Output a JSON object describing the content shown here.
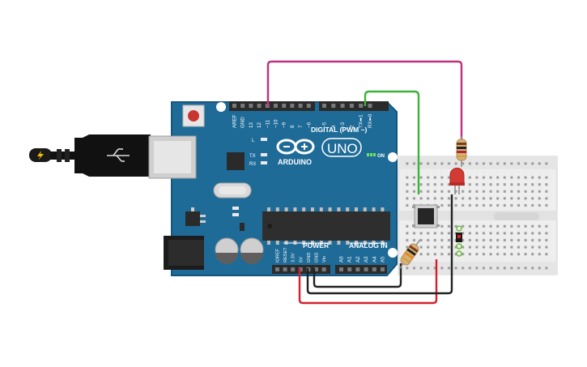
{
  "board": {
    "brand": "ARDUINO",
    "model": "UNO",
    "on_label": "ON",
    "digital_label": "DIGITAL (PWM ~)",
    "power_label": "POWER",
    "analog_label": "ANALOG IN",
    "led_l": "L",
    "led_tx": "TX",
    "led_rx": "RX",
    "digital_pins": [
      "AREF",
      "GND",
      "13",
      "12",
      "~11",
      "~10",
      "~9",
      "8",
      "7",
      "~6",
      "~5",
      "4",
      "~3",
      "2",
      "TX➡1",
      "RX⬅0"
    ],
    "power_pins": [
      "IOREF",
      "RESET",
      "3.3V",
      "5V",
      "GND",
      "GND",
      "Vin"
    ],
    "analog_pins": [
      "A0",
      "A1",
      "A2",
      "A3",
      "A4",
      "A5"
    ]
  },
  "colors": {
    "board": "#1f6b98",
    "board_edge": "#15557d",
    "header": "#2b2b2b",
    "breadboard": "#eeeeee",
    "wire_pink": "#c2307d",
    "wire_green": "#3fb23b",
    "wire_red": "#d4202c",
    "wire_black": "#222222",
    "led_red": "#d23a34"
  },
  "icons": [
    "usb-plug-icon",
    "lightning-icon",
    "arduino-infinity-logo-icon",
    "reset-button-icon"
  ]
}
